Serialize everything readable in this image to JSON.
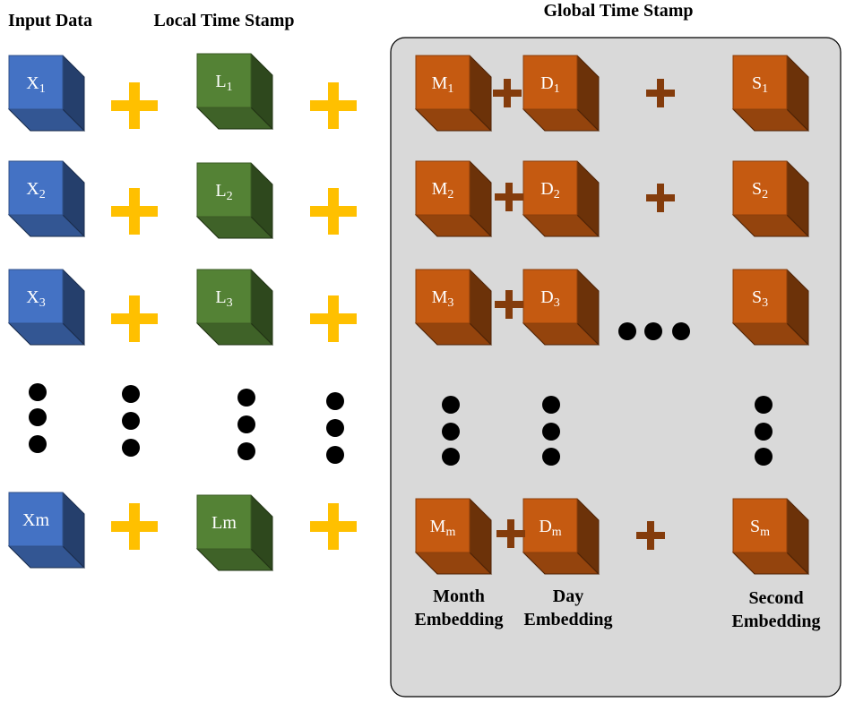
{
  "headers": {
    "input": "Input Data",
    "local": "Local Time Stamp",
    "global": "Global Time Stamp"
  },
  "colors": {
    "input_cube": "#4472c4",
    "local_cube": "#548235",
    "global_cube": "#c55a11",
    "plus_yellow": "#ffc000",
    "plus_brown": "#843c0c",
    "panel_fill": "#d9d9d9",
    "dot": "#000000"
  },
  "rows": [
    {
      "x": {
        "base": "X",
        "sub": "1"
      },
      "l": {
        "base": "L",
        "sub": "1"
      },
      "m": {
        "base": "M",
        "sub": "1"
      },
      "d": {
        "base": "D",
        "sub": "1"
      },
      "s": {
        "base": "S",
        "sub": "1"
      }
    },
    {
      "x": {
        "base": "X",
        "sub": "2"
      },
      "l": {
        "base": "L",
        "sub": "2"
      },
      "m": {
        "base": "M",
        "sub": "2"
      },
      "d": {
        "base": "D",
        "sub": "2"
      },
      "s": {
        "base": "S",
        "sub": "2"
      }
    },
    {
      "x": {
        "base": "X",
        "sub": "3"
      },
      "l": {
        "base": "L",
        "sub": "3"
      },
      "m": {
        "base": "M",
        "sub": "3"
      },
      "d": {
        "base": "D",
        "sub": "3"
      },
      "s": {
        "base": "S",
        "sub": "3"
      }
    },
    {
      "x": {
        "base": "Xm",
        "sub": ""
      },
      "l": {
        "base": "Lm",
        "sub": ""
      },
      "m": {
        "base": "M",
        "sub": "m"
      },
      "d": {
        "base": "D",
        "sub": "m"
      },
      "s": {
        "base": "S",
        "sub": "m"
      }
    }
  ],
  "captions": {
    "month": [
      "Month",
      "Embedding"
    ],
    "day": [
      "Day",
      "Embedding"
    ],
    "second": [
      "Second",
      "Embedding"
    ]
  }
}
